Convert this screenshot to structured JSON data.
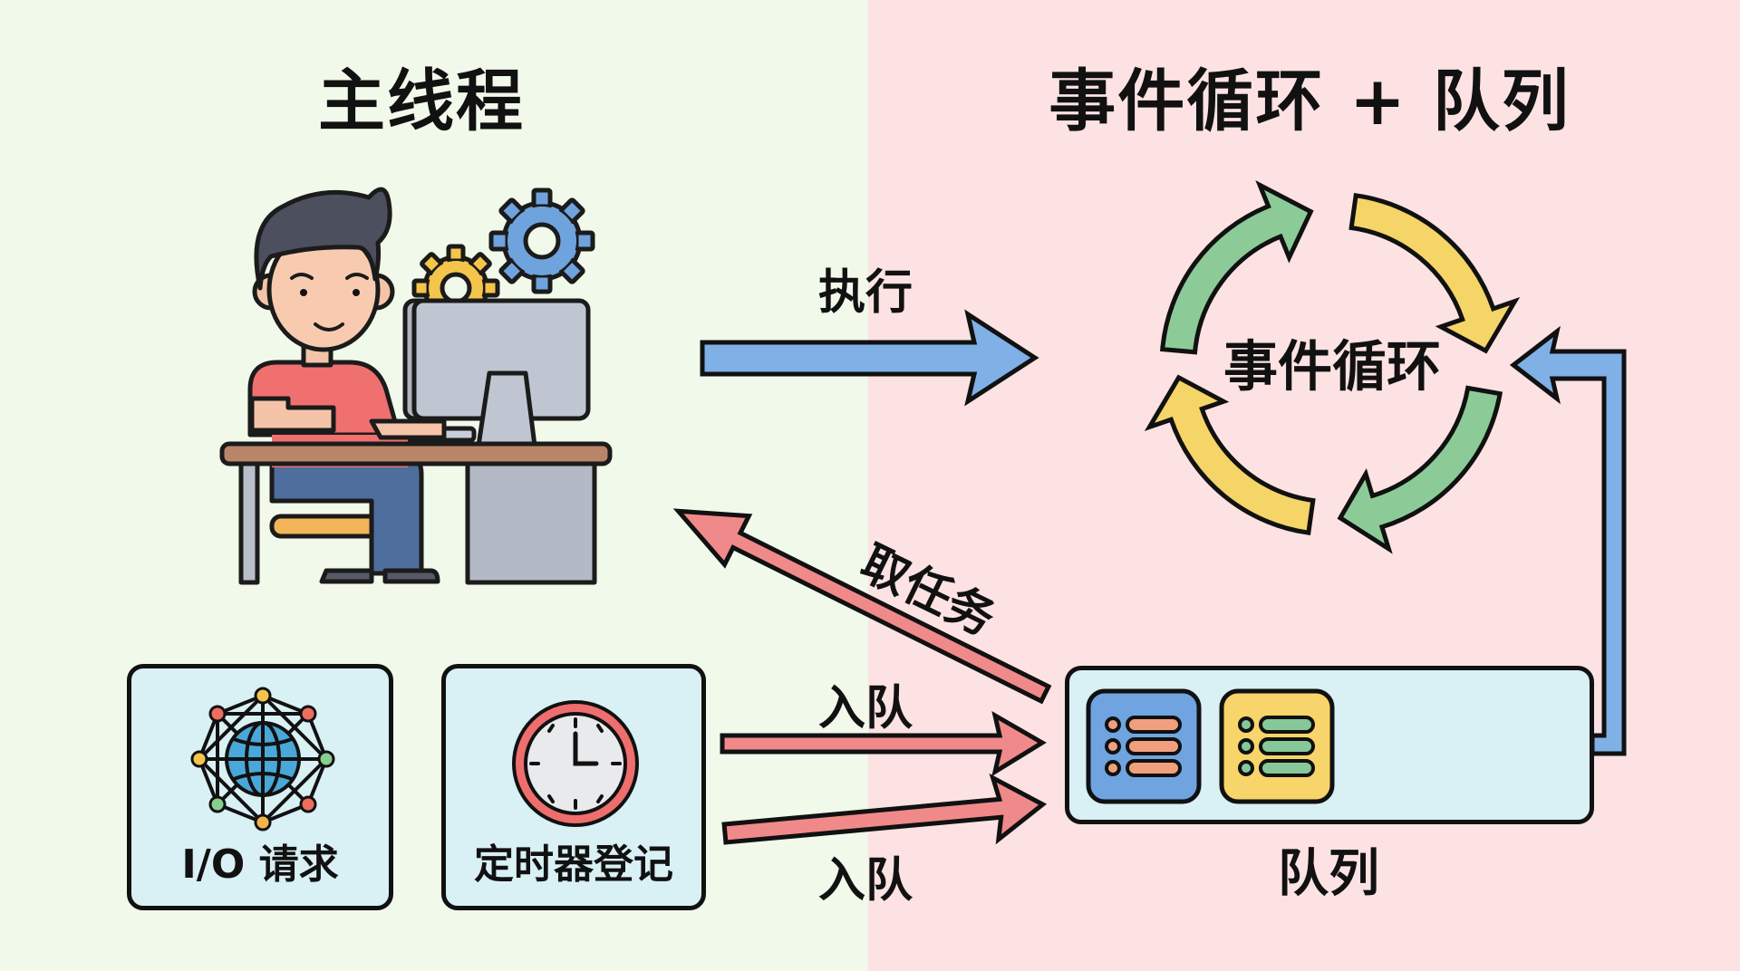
{
  "left_panel": {
    "title": "主线程",
    "background": "#f0f9ea",
    "illustration": "developer-at-computer-with-gears"
  },
  "right_panel": {
    "title": "事件循环 + 队列",
    "background": "#fce2e2"
  },
  "arrows": {
    "execute_label": "执行",
    "take_task_label": "取任务",
    "enqueue_top_label": "入队",
    "enqueue_bottom_label": "入队"
  },
  "event_loop": {
    "label": "事件循环",
    "colors": {
      "green": "#8ccb98",
      "yellow": "#f5d468"
    }
  },
  "sources": [
    {
      "label": "I/O 请求",
      "icon": "network-globe-icon"
    },
    {
      "label": "定时器登记",
      "icon": "clock-icon"
    }
  ],
  "queue": {
    "label": "队列",
    "items": [
      {
        "icon": "task-list-icon",
        "color": "#6fa4e0",
        "line_color": "#f0a07e"
      },
      {
        "icon": "task-list-icon",
        "color": "#f7d56a",
        "line_color": "#86c89a"
      }
    ]
  },
  "colors": {
    "blue_arrow": "#7fb0e6",
    "red_arrow": "#f08080",
    "outline": "#111111",
    "box_fill": "#d9f0f5"
  }
}
